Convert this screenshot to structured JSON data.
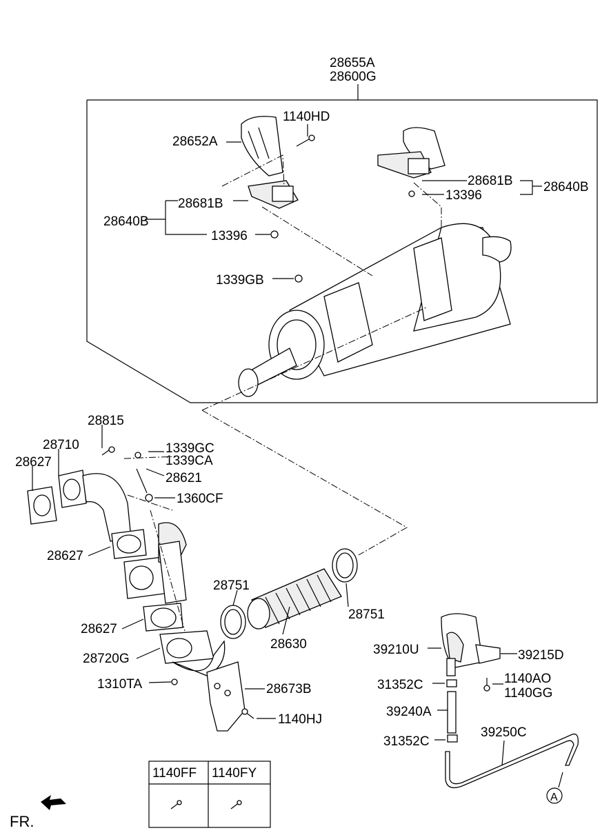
{
  "title_codes": [
    "28655A",
    "28600G"
  ],
  "labels": {
    "l1140HD": "1140HD",
    "l28652A": "28652A",
    "l28681B_left": "28681B",
    "l28640B_left": "28640B",
    "l13396_left": "13396",
    "l28681B_right": "28681B",
    "l28640B_right": "28640B",
    "l13396_right": "13396",
    "l1339GB": "1339GB",
    "l28815": "28815",
    "l28710": "28710",
    "l28627_a": "28627",
    "l1339GC": "1339GC",
    "l1339CA": "1339CA",
    "l28621": "28621",
    "l1360CF": "1360CF",
    "l28627_b": "28627",
    "l28751_a": "28751",
    "l28751_b": "28751",
    "l28627_c": "28627",
    "l28630": "28630",
    "l39210U": "39210U",
    "l39215D": "39215D",
    "l28720G": "28720G",
    "l31352C_a": "31352C",
    "l1140AO": "1140AO",
    "l1140GG": "1140GG",
    "l1310TA": "1310TA",
    "l28673B": "28673B",
    "l39240A": "39240A",
    "l1140HJ": "1140HJ",
    "l39250C": "39250C",
    "l31352C_b": "31352C",
    "refA": "A"
  },
  "fastener_table": {
    "headers": [
      "1140FF",
      "1140FY"
    ]
  },
  "direction_label": "FR."
}
